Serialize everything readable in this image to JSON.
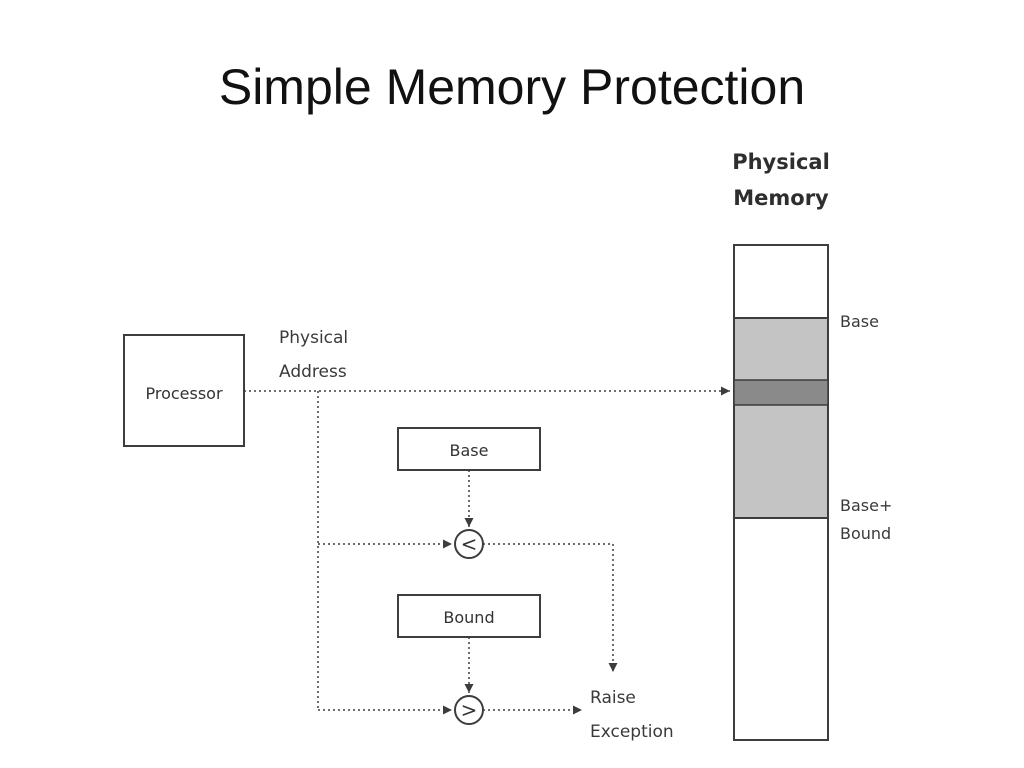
{
  "slide": {
    "title": "Simple Memory Protection"
  },
  "diagram": {
    "processor_label": "Processor",
    "physical_address_label_line1": "Physical",
    "physical_address_label_line2": "Address",
    "base_register_label": "Base",
    "bound_register_label": "Bound",
    "less_than_symbol": "<",
    "greater_than_symbol": ">",
    "raise_exception_line1": "Raise",
    "raise_exception_line2": "Exception",
    "memory_title_line1": "Physical",
    "memory_title_line2": "Memory",
    "memory_base_label": "Base",
    "memory_base_bound_line1": "Base+",
    "memory_base_bound_line2": "Bound",
    "colors": {
      "allowed_region": "#c4c4c4",
      "accessed_word": "#8a8a8a",
      "stroke": "#3d3d3d"
    }
  }
}
